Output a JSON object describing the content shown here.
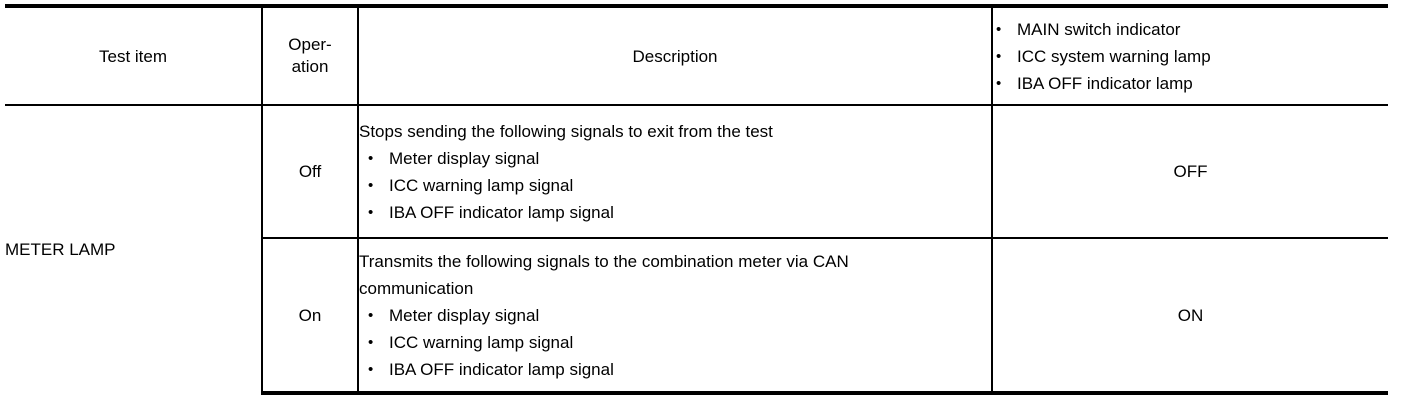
{
  "table": {
    "columns": [
      {
        "key": "test_item",
        "header": "Test item"
      },
      {
        "key": "operation",
        "header_line1": "Oper-",
        "header_line2": "ation"
      },
      {
        "key": "description",
        "header": "Description"
      },
      {
        "key": "indicators",
        "header_bullets": [
          "MAIN switch indicator",
          "ICC system warning lamp",
          "IBA OFF indicator lamp"
        ]
      }
    ],
    "bullet_glyph": "•",
    "rows": [
      {
        "test_item": "METER LAMP",
        "operation": "Off",
        "description_lead": "Stops sending the following signals to exit from the test",
        "description_bullets": [
          "Meter display signal",
          "ICC warning lamp signal",
          "IBA OFF indicator lamp signal"
        ],
        "indicator_state": "OFF"
      },
      {
        "operation": "On",
        "description_lead": "Transmits the following signals to the combination meter via CAN communication",
        "description_bullets": [
          "Meter display signal",
          "ICC warning lamp signal",
          "IBA OFF indicator lamp signal"
        ],
        "indicator_state": "ON"
      }
    ]
  }
}
